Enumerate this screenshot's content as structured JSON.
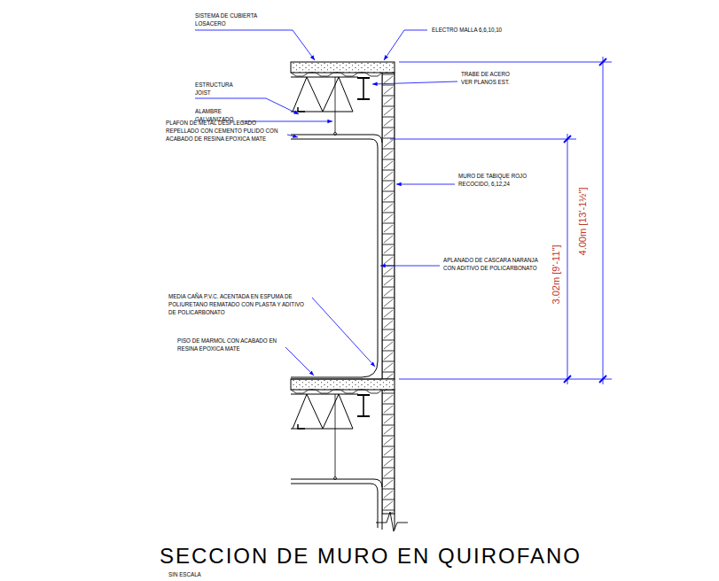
{
  "diagram": {
    "title": "SECCION DE MURO EN QUIROFANO",
    "caption": "SIN ESCALA",
    "labels": [
      "SISTEMA DE CUBIERTA LOSACERO",
      "ELECTRO MALLA 6,6,10,10",
      "TRABE DE ACERO VER PLANOS EST.",
      "ESTRUCTURA JOIST",
      "ALAMBRE GALVANIZADO",
      "PLAFON DE METAL DESPLEGADO REPELLADO CON CEMENTO PULIDO CON ACABADO DE RESINA EPOXICA MATE",
      "MURO DE TABIQUE ROJO RECOCIDO, 6,12,24",
      "APLANADO DE CASCARA NARANJA CON ADITIVO DE POLICARBONATO",
      "MEDIA CAÑA P.V.C. ACENTADA EN ESPUMA DE POLIURETANO REMATADO CON PLASTA Y ADITIVO DE POLICARBONATO",
      "PISO DE MARMOL CON ACABADO EN RESINA EPOXICA MATE",
      "3.02m [9'-11\"]",
      "4.00m [13'-1½\"]"
    ]
  }
}
